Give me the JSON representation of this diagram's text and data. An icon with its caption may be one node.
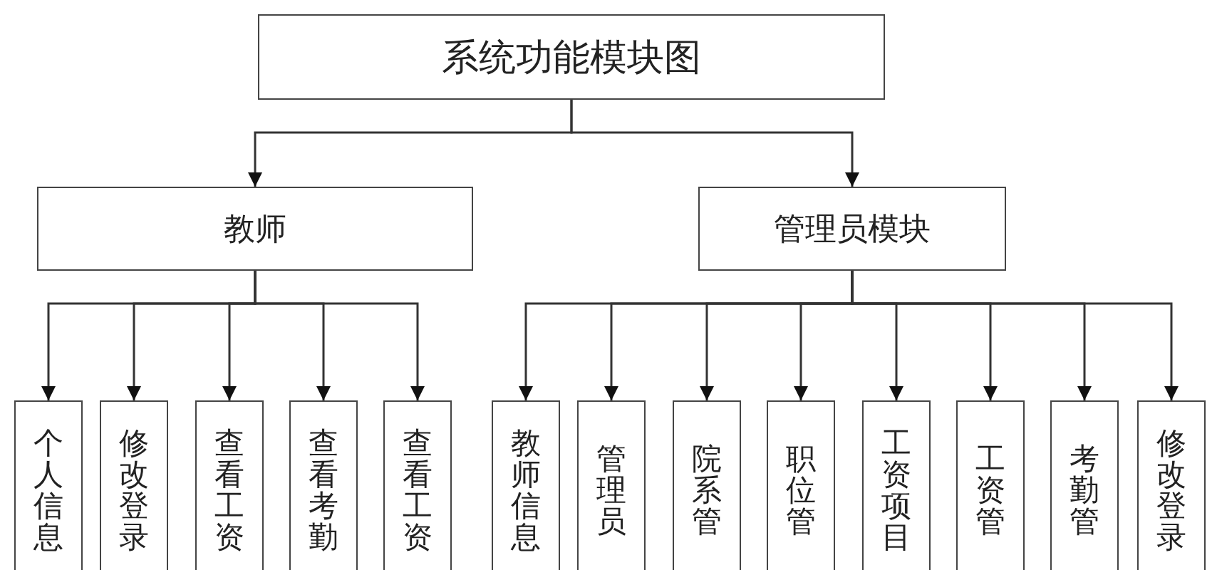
{
  "diagram": {
    "nodes": [
      {
        "text": [
          "系统功能模块图"
        ]
      },
      {
        "text": [
          "教师"
        ]
      },
      {
        "text": [
          "管理员模块"
        ]
      },
      {
        "text": [
          "个人信息"
        ]
      },
      {
        "text": [
          "修改登录"
        ]
      },
      {
        "text": [
          "查看工资"
        ]
      },
      {
        "text": [
          "查看考勤"
        ]
      },
      {
        "text": [
          "查看工资"
        ]
      },
      {
        "text": [
          "教师信息"
        ]
      },
      {
        "text": [
          "管理员"
        ]
      },
      {
        "text": [
          "院系管"
        ]
      },
      {
        "text": [
          "职位管"
        ]
      },
      {
        "text": [
          "工资项目"
        ]
      },
      {
        "text": [
          "工资管"
        ]
      },
      {
        "text": [
          "考勤管"
        ]
      },
      {
        "text": [
          "修改登录"
        ]
      }
    ],
    "edges": [
      {
        "from": 0,
        "to": 1,
        "arrow": "to"
      },
      {
        "from": 0,
        "to": 2,
        "arrow": "to"
      },
      {
        "from": 1,
        "to": 3,
        "arrow": "to"
      },
      {
        "from": 1,
        "to": 4,
        "arrow": "to"
      },
      {
        "from": 1,
        "to": 5,
        "arrow": "to"
      },
      {
        "from": 1,
        "to": 6,
        "arrow": "to"
      },
      {
        "from": 1,
        "to": 7,
        "arrow": "to"
      },
      {
        "from": 2,
        "to": 8,
        "arrow": "to"
      },
      {
        "from": 2,
        "to": 9,
        "arrow": "to"
      },
      {
        "from": 2,
        "to": 10,
        "arrow": "to"
      },
      {
        "from": 2,
        "to": 11,
        "arrow": "to"
      },
      {
        "from": 2,
        "to": 12,
        "arrow": "to"
      },
      {
        "from": 2,
        "to": 13,
        "arrow": "to"
      },
      {
        "from": 2,
        "to": 14,
        "arrow": "to"
      },
      {
        "from": 2,
        "to": 15,
        "arrow": "to"
      }
    ]
  }
}
